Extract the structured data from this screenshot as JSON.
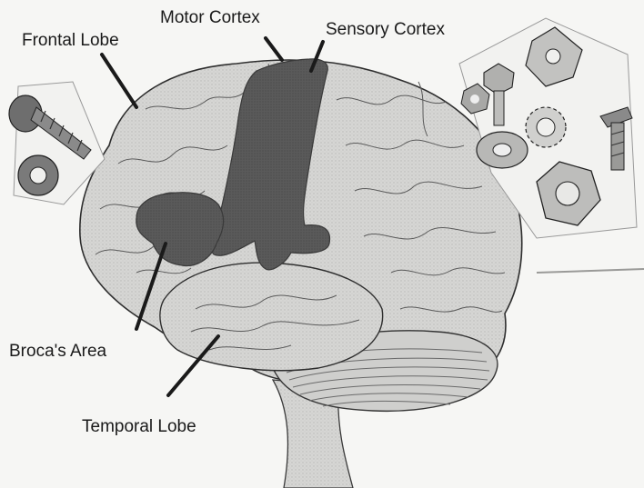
{
  "labels": {
    "frontal_lobe": "Frontal Lobe",
    "motor_cortex": "Motor Cortex",
    "sensory_cortex": "Sensory Cortex",
    "brocas_area": "Broca's Area",
    "temporal_lobe": "Temporal Lobe"
  },
  "colors": {
    "paper": "#f7f7f5",
    "brain_fill": "#d4d4d2",
    "cortex_fill": "#5e5e5e",
    "line": "#2a2a2a"
  }
}
